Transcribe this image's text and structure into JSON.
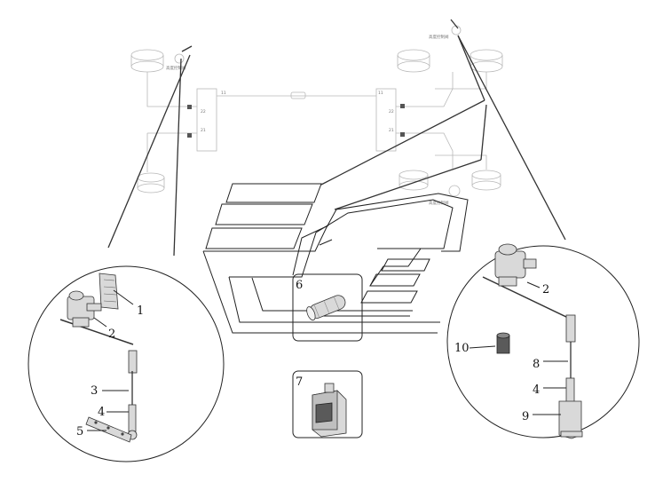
{
  "callouts": {
    "left_1": "1",
    "left_2": "2",
    "left_3": "3",
    "left_4": "4",
    "left_5": "5",
    "center_6": "6",
    "center_7": "7",
    "right_2": "2",
    "right_10": "10",
    "right_8": "8",
    "right_4": "4",
    "right_9": "9"
  },
  "schematic_labels": {
    "top_left_valve": "高度控制阀",
    "top_right_valve": "高度控制阀",
    "bottom_right_valve": "高度控制阀",
    "port_22_left": "22",
    "port_21_left": "21",
    "port_11_left": "11",
    "port_22_right": "22",
    "port_21_right": "21",
    "port_11_right": "11"
  }
}
